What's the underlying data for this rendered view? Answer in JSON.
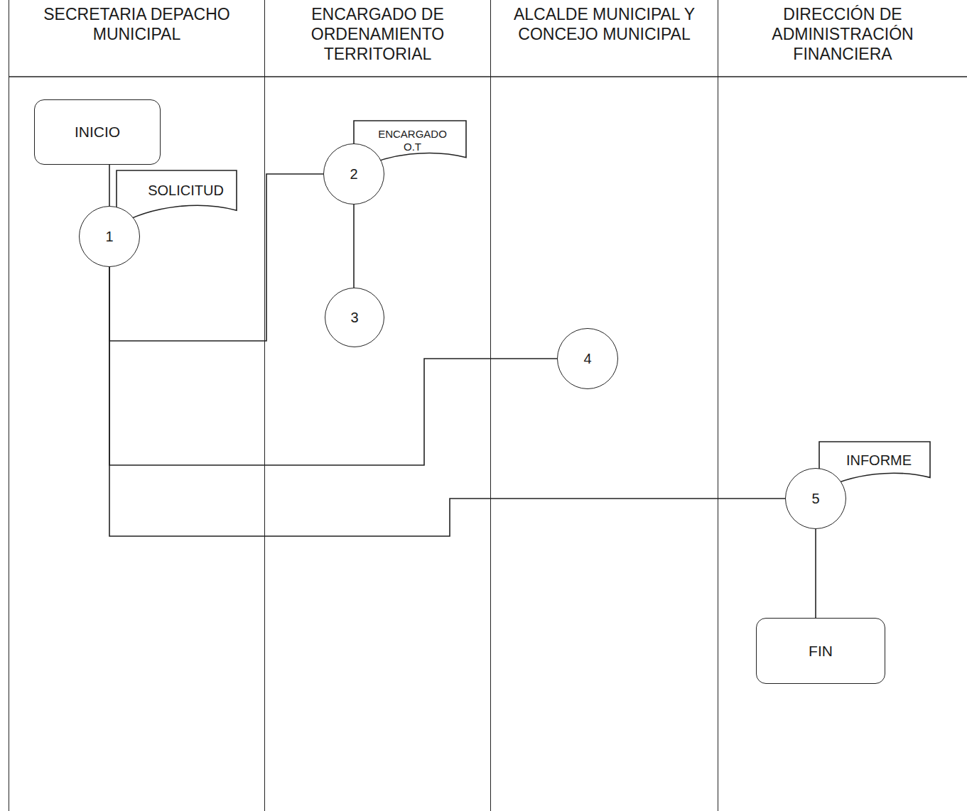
{
  "diagram": {
    "nodes": [
      {
        "text": [
          "SECRETARIA DEPACHO MUNICIPAL"
        ]
      },
      {
        "text": [
          "ENCARGADO DE ORDENAMIENTO TERRITORIAL"
        ]
      },
      {
        "text": [
          "ALCALDE MUNICIPAL Y CONCEJO MUNICIPAL"
        ]
      },
      {
        "text": [
          "DIRECCIÓN DE ADMINISTRACIÓN FINANCIERA"
        ]
      },
      {
        "text": [
          "INICIO"
        ],
        "in": 0
      },
      {
        "text": [
          "SOLICITUD"
        ],
        "in": 0
      },
      {
        "text": [
          "1"
        ],
        "in": 0
      },
      {
        "text": [
          "ENCARGADO O.T"
        ],
        "in": 1
      },
      {
        "text": [
          "2"
        ],
        "in": 1
      },
      {
        "text": [
          "3"
        ],
        "in": 1
      },
      {
        "text": [
          "4"
        ],
        "in": 2
      },
      {
        "text": [
          "INFORME"
        ],
        "in": 3
      },
      {
        "text": [
          "5"
        ],
        "in": 3
      },
      {
        "text": [
          "FIN"
        ],
        "in": 3
      }
    ],
    "edges": [
      {
        "from": 4,
        "to": 6,
        "arrow": "none"
      },
      {
        "from": 6,
        "to": 8,
        "arrow": "none"
      },
      {
        "from": 8,
        "to": 9,
        "arrow": "none"
      },
      {
        "from": 6,
        "to": 10,
        "arrow": "none"
      },
      {
        "from": 6,
        "to": 12,
        "arrow": "none"
      },
      {
        "from": 12,
        "to": 13,
        "arrow": "none"
      }
    ]
  }
}
